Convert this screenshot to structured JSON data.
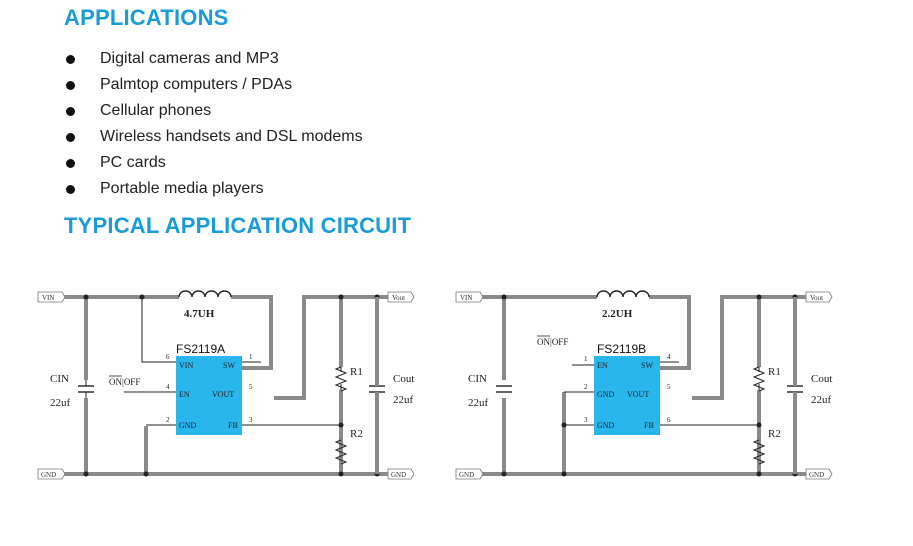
{
  "applications": {
    "heading": "APPLICATIONS",
    "items": [
      "Digital cameras and MP3",
      "Palmtop computers / PDAs",
      "Cellular phones",
      "Wireless handsets and DSL modems",
      "PC cards",
      "Portable media players"
    ]
  },
  "circuit": {
    "heading": "TYPICAL APPLICATION CIRCUIT",
    "colors": {
      "chip": "#29b6ec",
      "wire_thick": "#8a8a8a",
      "wire": "#222222",
      "heading": "#1a9cd8"
    },
    "a": {
      "vin": "VIN",
      "vout": "Vout",
      "gnd_left": "GND",
      "gnd_right": "GND",
      "inductor": "4.7UH",
      "chip": "FS2119A",
      "cin": "CIN",
      "cin_val": "22uf",
      "cout": "Cout",
      "cout_val": "22uf",
      "r1": "R1",
      "r2": "R2",
      "on_label": "ON",
      "off_label": "OFF",
      "pins": {
        "vin": "VIN",
        "sw": "SW",
        "en": "EN",
        "vout": "VOUT",
        "gnd": "GND",
        "fb": "FB",
        "n_vin": "6",
        "n_sw": "1",
        "n_en": "4",
        "n_vout": "5",
        "n_gnd": "2",
        "n_fb": "3"
      }
    },
    "b": {
      "vin": "VIN",
      "vout": "Vout",
      "gnd_left": "GND",
      "gnd_right": "GND",
      "inductor": "2.2UH",
      "chip": "FS2119B",
      "cin": "CIN",
      "cin_val": "22uf",
      "cout": "Cout",
      "cout_val": "22uf",
      "r1": "R1",
      "r2": "R2",
      "on_label": "ON",
      "off_label": "OFF",
      "pins": {
        "en": "EN",
        "sw": "SW",
        "gnd": "GND",
        "vout": "VOUT",
        "gnd2": "GND",
        "fb": "FB",
        "n_en": "1",
        "n_sw": "4",
        "n_gnd": "2",
        "n_vout": "5",
        "n_gnd2": "3",
        "n_fb": "6"
      }
    }
  }
}
